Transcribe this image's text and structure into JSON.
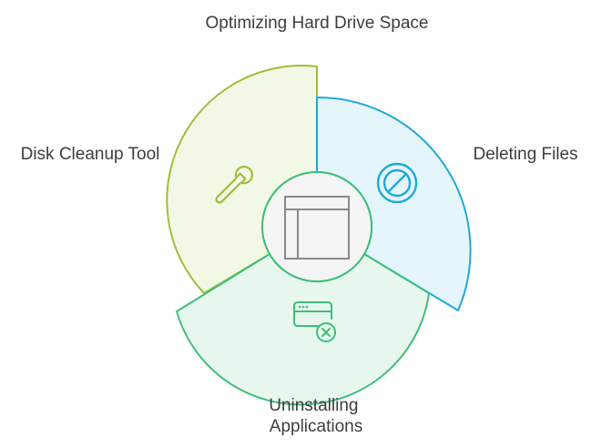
{
  "title": "Optimizing Hard Drive Space",
  "segments": [
    {
      "id": "disk-cleanup",
      "label_lines": [
        "Disk Cleanup Tool"
      ],
      "icon": "wrench-icon",
      "fill": "#f2f8e6",
      "stroke": "#9cbf3b"
    },
    {
      "id": "deleting-files",
      "label_lines": [
        "Deleting Files"
      ],
      "icon": "no-entry-icon",
      "fill": "#e4f6fc",
      "stroke": "#21a9d6"
    },
    {
      "id": "uninstalling-apps",
      "label_lines": [
        "Uninstalling",
        "Applications"
      ],
      "icon": "window-remove-icon",
      "fill": "#e8f7ee",
      "stroke": "#3cc07a"
    }
  ],
  "center": {
    "icon": "layout-icon",
    "fill": "#f5f5f5",
    "stroke": "#888888",
    "ring": "#3cc07a"
  }
}
